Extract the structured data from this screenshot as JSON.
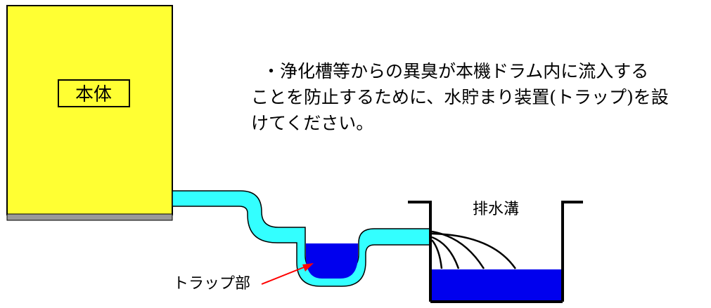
{
  "unit_label": "本体",
  "notice_lines": [
    "・浄化槽等からの異臭が本機ドラム内に流入する",
    "ことを防止するために、水貯まり装置(トラップ)を設",
    "けてください。"
  ],
  "drain_label": "排水溝",
  "trap_label": "トラップ部",
  "colors": {
    "unit_body": "#ffff33",
    "unit_base": "#999999",
    "pipe": "#33ffff",
    "water": "#0000ee",
    "outline": "#000000",
    "arrow": "#ff0000"
  }
}
